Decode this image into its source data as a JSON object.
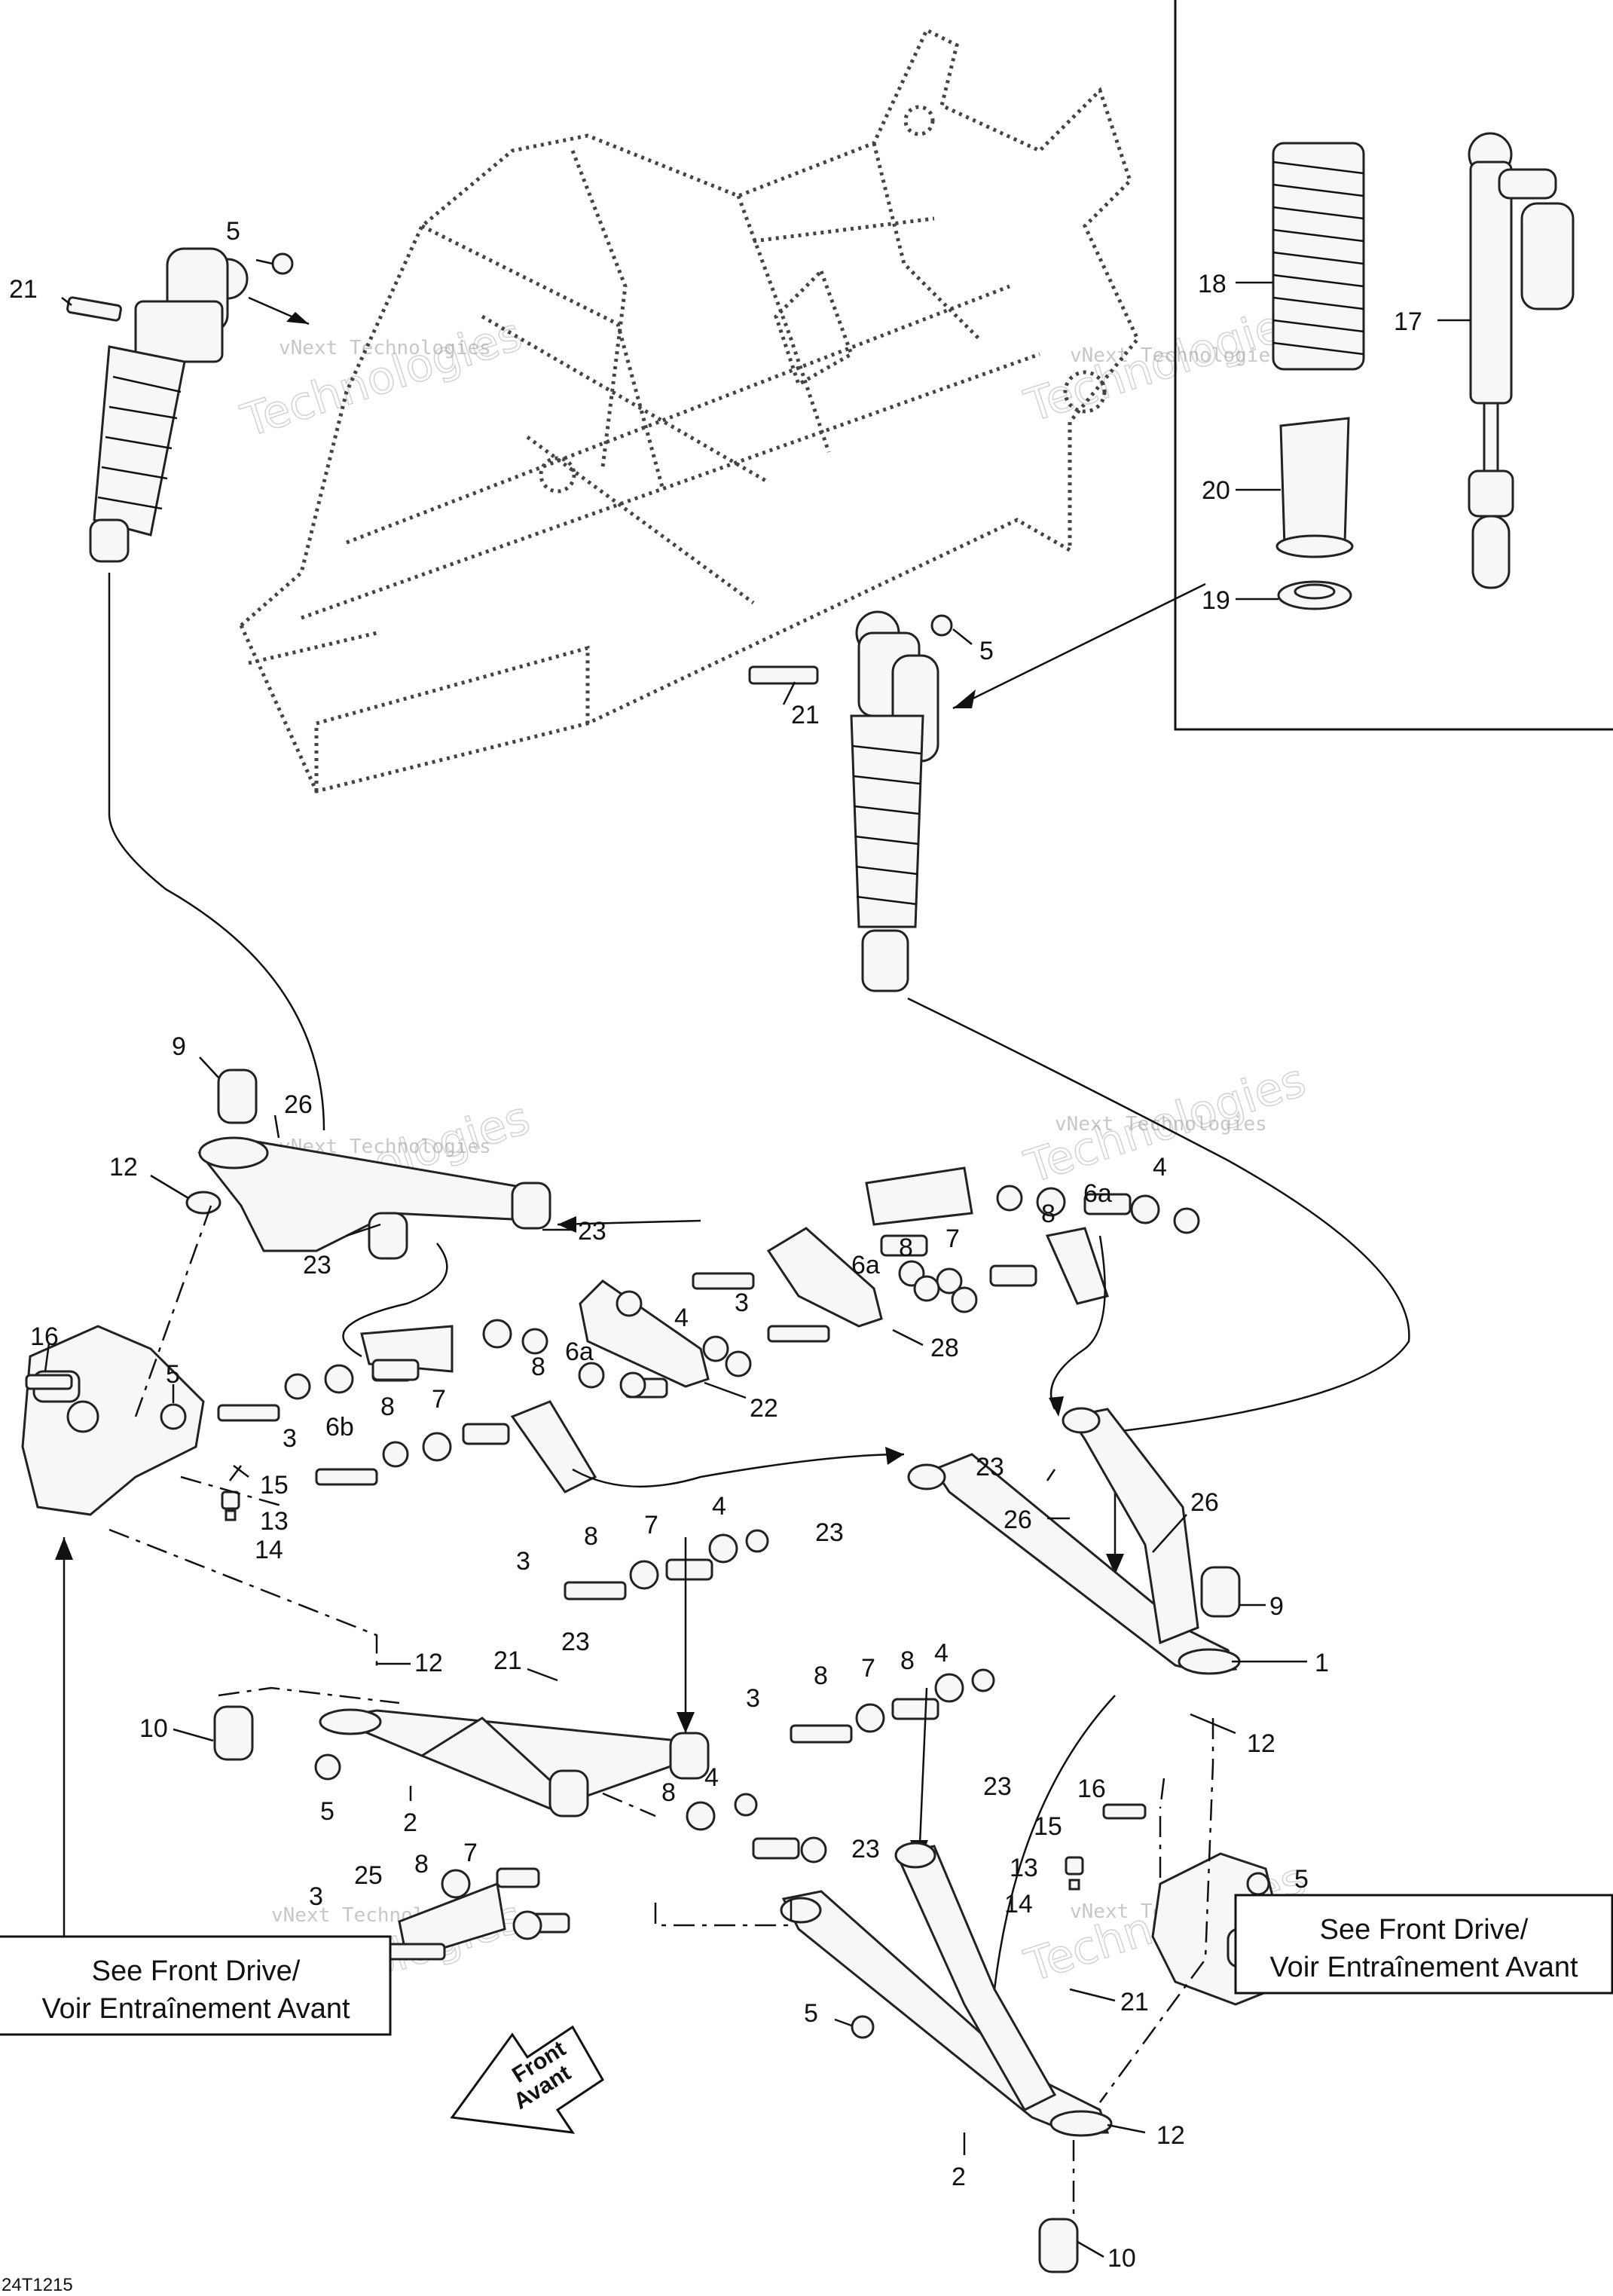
{
  "drawing_code": "24T1215",
  "watermark": {
    "line1": "vNext Technologies",
    "line2": "Technologies"
  },
  "notes": {
    "left": {
      "line1": "See Front Drive/",
      "line2": "Voir Entraînement Avant"
    },
    "right": {
      "line1": "See Front Drive/",
      "line2": "Voir Entraînement Avant"
    }
  },
  "front_arrow": {
    "line1": "Front",
    "line2": "Avant"
  },
  "callouts": {
    "c5_top_left": "5",
    "c21_top_left": "21",
    "c18": "18",
    "c17": "17",
    "c20": "20",
    "c19": "19",
    "c5_mid": "5",
    "c21_mid": "21",
    "c9_left": "9",
    "c26_left": "26",
    "c12_left": "12",
    "c23_a": "23",
    "c23_b": "23",
    "c6a_top": "6a",
    "c4_top": "4",
    "c8_top": "8",
    "c7_top": "7",
    "c8_top2": "8",
    "c6a_mid": "6a",
    "c3_mid": "3",
    "c28": "28",
    "c4_mid": "4",
    "c6a_left": "6a",
    "c8_left": "8",
    "c22": "22",
    "c16_left": "16",
    "c5_left": "5",
    "c3_left": "3",
    "c6b": "6b",
    "c8_left2": "8",
    "c7_left": "7",
    "c15_left": "15",
    "c13_left": "13",
    "c14_left": "14",
    "c23_right": "23",
    "c26_right_a": "26",
    "c26_right_b": "26",
    "c23_right2": "23",
    "c9_right": "9",
    "c1": "1",
    "c12_right": "12",
    "c3_lower": "3",
    "c8_lower": "8",
    "c7_lower": "7",
    "c4_lower": "4",
    "c12_lower_left": "12",
    "c21_lower": "21",
    "c23_lower": "23",
    "c10_left": "10",
    "c5_lower_left": "5",
    "c2_left": "2",
    "c3_lower2": "3",
    "c8_lower2": "8",
    "c7_lower2": "7",
    "c8_lower3": "8",
    "c4_lower2": "4",
    "c23_lower2": "23",
    "c8_lower4": "8",
    "c4_lower3": "4",
    "c23_lower3": "23",
    "c25": "25",
    "c8_bottom": "8",
    "c7_bottom": "7",
    "c3_bottom": "3",
    "c16_right": "16",
    "c15_right": "15",
    "c13_right": "13",
    "c14_right": "14",
    "c5_right": "5",
    "c21_right": "21",
    "c5_bottom": "5",
    "c12_bottom": "12",
    "c2_bottom": "2",
    "c10_bottom": "10"
  }
}
